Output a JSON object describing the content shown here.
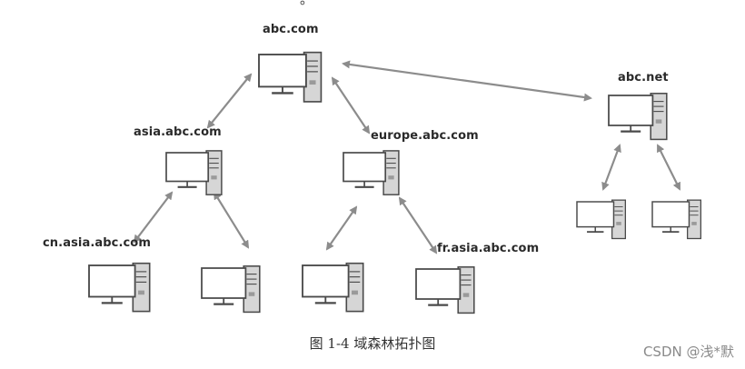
{
  "top_fragment": "。",
  "nodes": {
    "abc_com": "abc.com",
    "asia": "asia.abc.com",
    "europe": "europe.abc.com",
    "cn_asia": "cn.asia.abc.com",
    "fr_asia": "fr.asia.abc.com",
    "abc_net": "abc.net"
  },
  "caption": "图 1-4    域森林拓扑图",
  "watermark": "CSDN @浅*默",
  "colors": {
    "arrow": "#8c8c8c",
    "computer_stroke": "#4a4a4a",
    "tower_fill": "#d6d6d6",
    "screen_fill": "#ffffff"
  }
}
